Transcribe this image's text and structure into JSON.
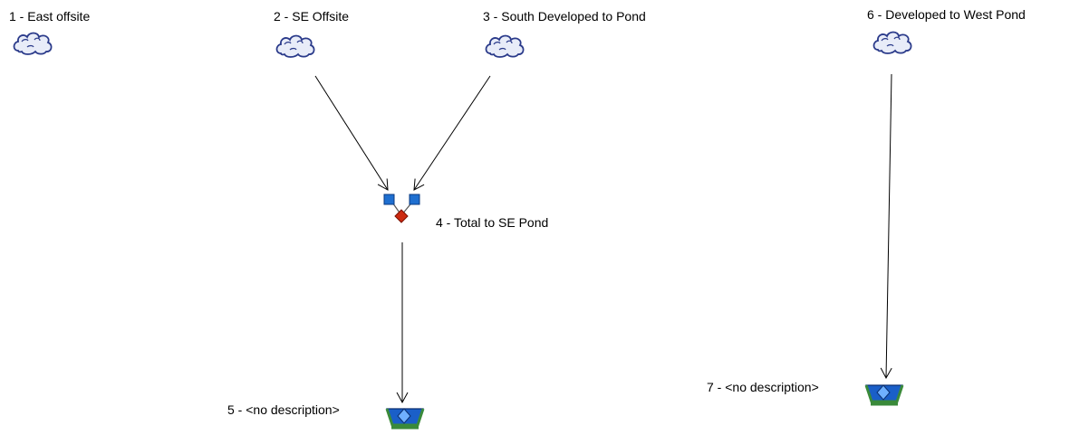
{
  "nodes": [
    {
      "id": "n1",
      "label": "1 - East offsite",
      "type": "subcatchment",
      "icon": "cloud-icon"
    },
    {
      "id": "n2",
      "label": "2 - SE Offsite",
      "type": "subcatchment",
      "icon": "cloud-icon"
    },
    {
      "id": "n3",
      "label": "3 - South Developed to Pond",
      "type": "subcatchment",
      "icon": "cloud-icon"
    },
    {
      "id": "n4",
      "label": "4 - Total to SE Pond",
      "type": "junction",
      "icon": "junction-icon"
    },
    {
      "id": "n5",
      "label": "5 - <no description>",
      "type": "pond",
      "icon": "pond-icon"
    },
    {
      "id": "n6",
      "label": "6 - Developed to West Pond",
      "type": "subcatchment",
      "icon": "cloud-icon"
    },
    {
      "id": "n7",
      "label": "7 - <no description>",
      "type": "pond",
      "icon": "pond-icon"
    }
  ],
  "links": [
    {
      "from": "n2",
      "to": "n4"
    },
    {
      "from": "n3",
      "to": "n4"
    },
    {
      "from": "n4",
      "to": "n5"
    },
    {
      "from": "n6",
      "to": "n7"
    }
  ],
  "colors": {
    "line": "#000000",
    "cloud_fill": "#e8ecf8",
    "cloud_stroke": "#2a3a8a",
    "junction_square": "#1e6fd0",
    "junction_diamond": "#cc2a10",
    "pond_water": "#1a5fc8",
    "pond_bank": "#3a8a3a"
  }
}
